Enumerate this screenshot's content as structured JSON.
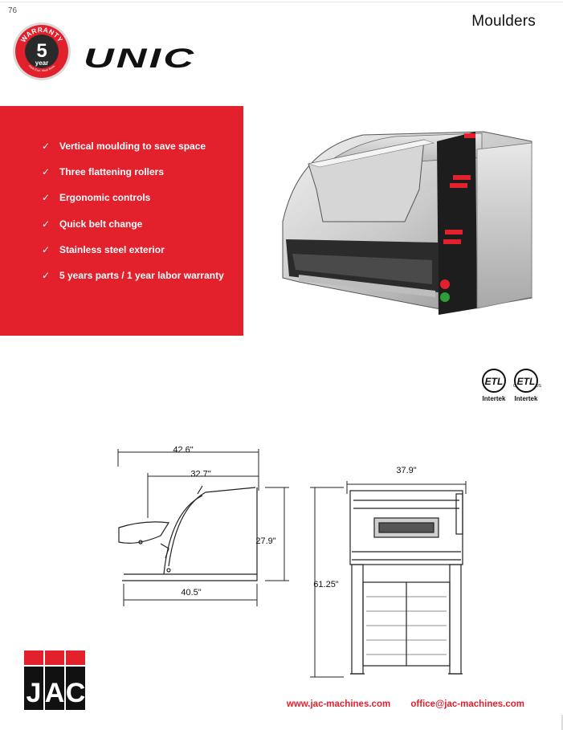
{
  "page": {
    "number": "76",
    "category": "Moulders"
  },
  "badge": {
    "top_text": "WARRANTY",
    "number": "5",
    "unit": "year",
    "small_text": "Parts  Excl. Wear Items"
  },
  "brand": {
    "name": "UNIC"
  },
  "features": [
    "Vertical moulding to save space",
    "Three flattening rollers",
    "Ergonomic controls",
    "Quick belt change",
    "Stainless steel exterior",
    "5 years parts / 1 year labor warranty"
  ],
  "certifications": [
    {
      "label": "Intertek"
    },
    {
      "label": "Intertek"
    }
  ],
  "dimensions": {
    "depth": "42.6\"",
    "hopper_depth": "32.7\"",
    "base_depth": "40.5\"",
    "height_unit": "27.9\"",
    "width": "37.9\"",
    "height_total": "61.25\""
  },
  "logo": {
    "letters": [
      "J",
      "A",
      "C"
    ]
  },
  "footer": {
    "website": "www.jac-machines.com",
    "email": "office@jac-machines.com"
  },
  "colors": {
    "brand_red": "#e3212d",
    "text": "#111111"
  }
}
